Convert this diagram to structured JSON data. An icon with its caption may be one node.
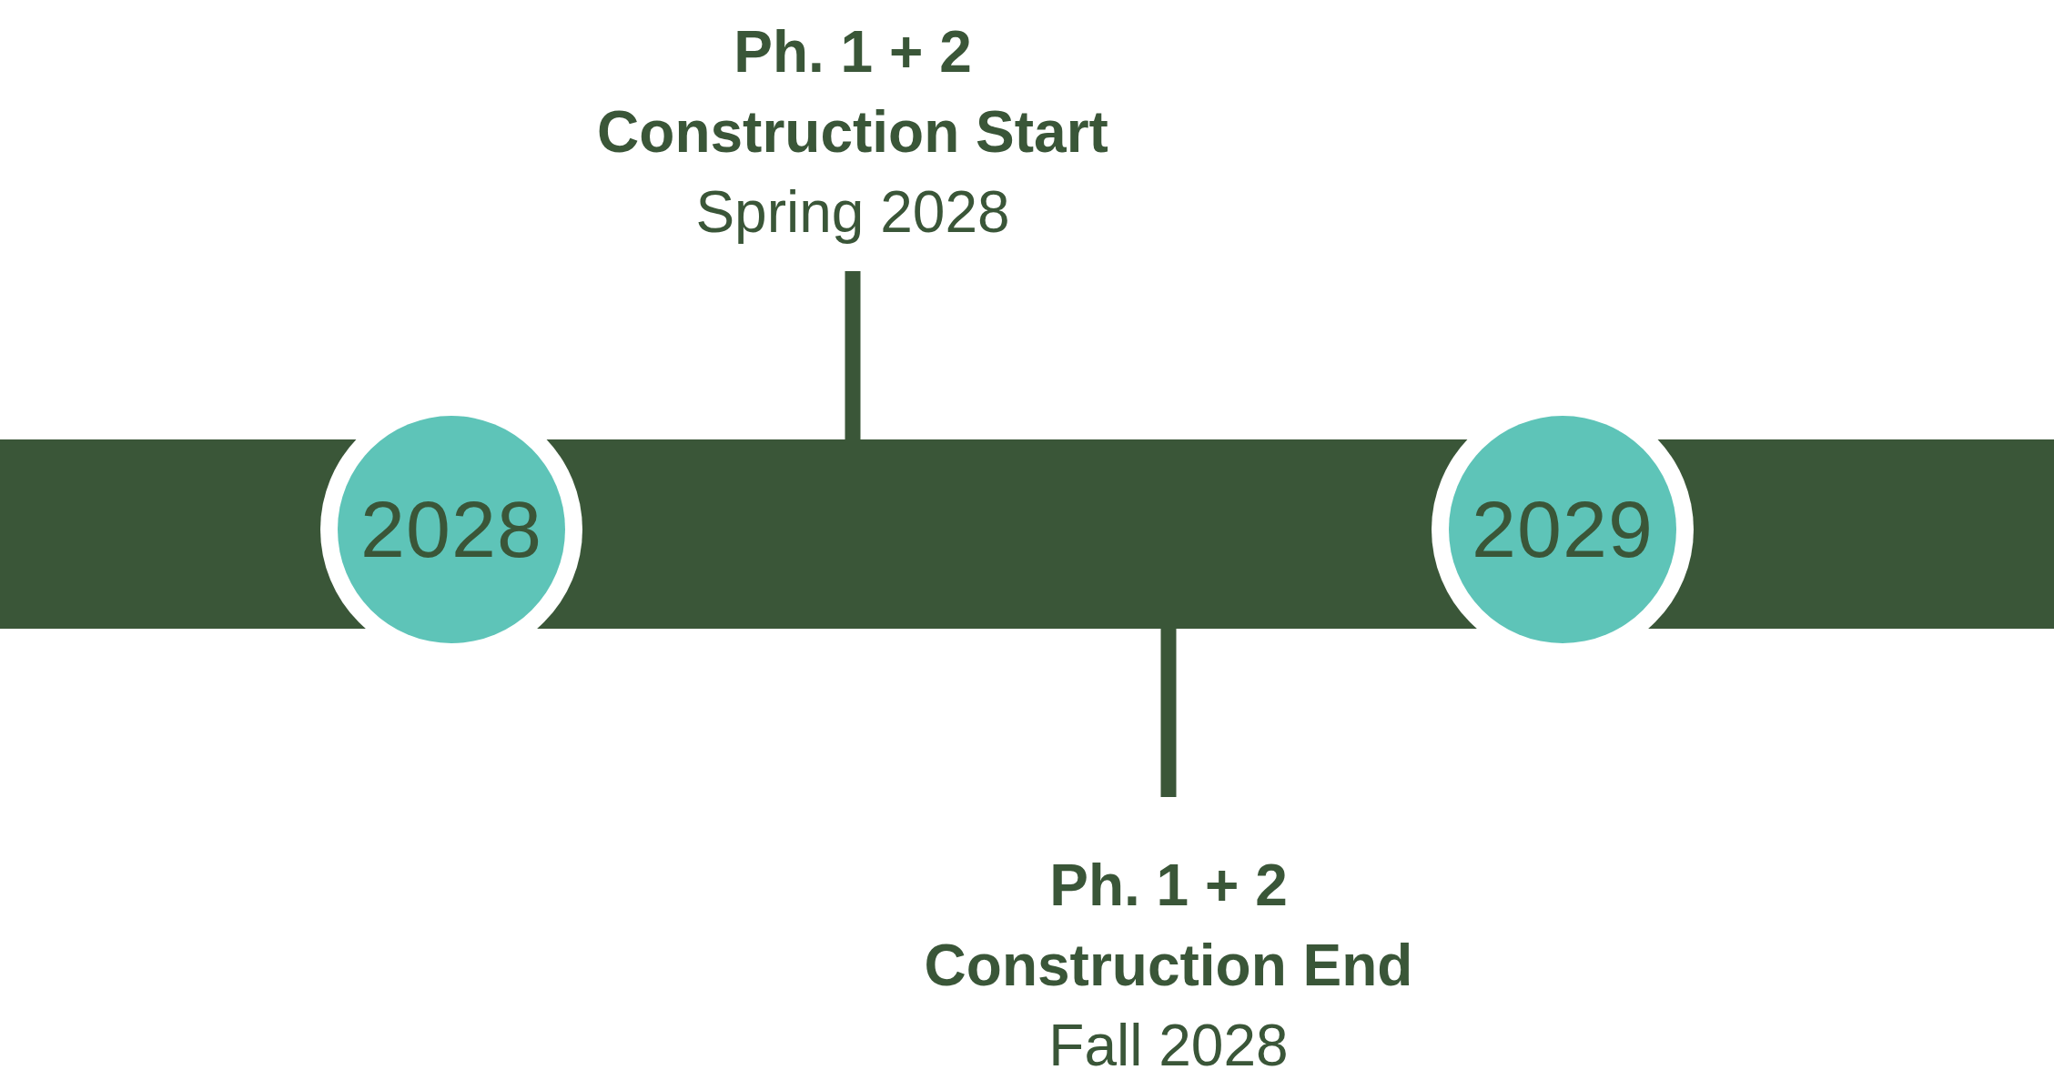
{
  "diagram": {
    "nodes": [
      {
        "text": [
          "Ph. 1 + 2 Construction Start",
          "Spring 2028"
        ]
      },
      {
        "text": [],
        "shape": "bar"
      },
      {
        "text": [
          "2028"
        ]
      },
      {
        "text": [
          "2029"
        ]
      },
      {
        "text": [
          "Ph. 1 + 2 Construction End",
          "Fall 2028"
        ]
      }
    ],
    "edges": [
      {
        "from": 0,
        "to": 1,
        "arrow": "none"
      },
      {
        "from": 4,
        "to": 1,
        "arrow": "none"
      }
    ]
  }
}
